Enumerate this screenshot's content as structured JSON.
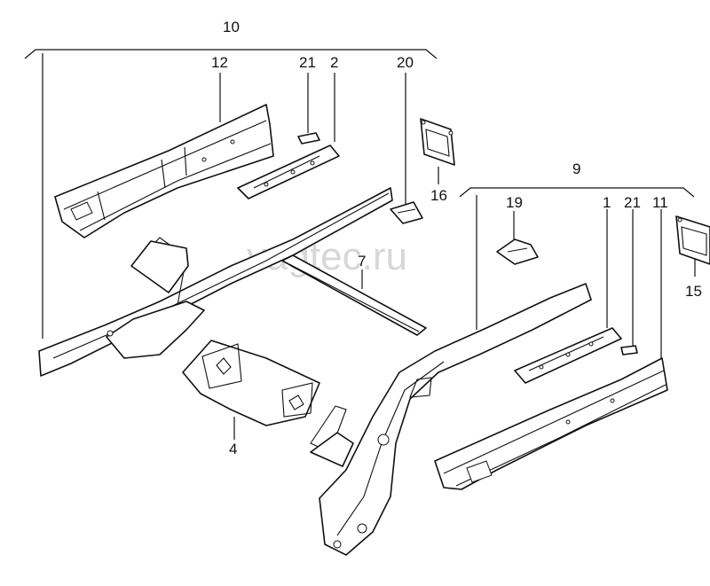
{
  "watermark": "vagtec.ru",
  "callouts": {
    "c10": "10",
    "c12": "12",
    "c21a": "21",
    "c2": "2",
    "c20": "20",
    "c16": "16",
    "c9": "9",
    "c19": "19",
    "c1": "1",
    "c21b": "21",
    "c11": "11",
    "c7": "7",
    "c15": "15",
    "c4": "4"
  }
}
